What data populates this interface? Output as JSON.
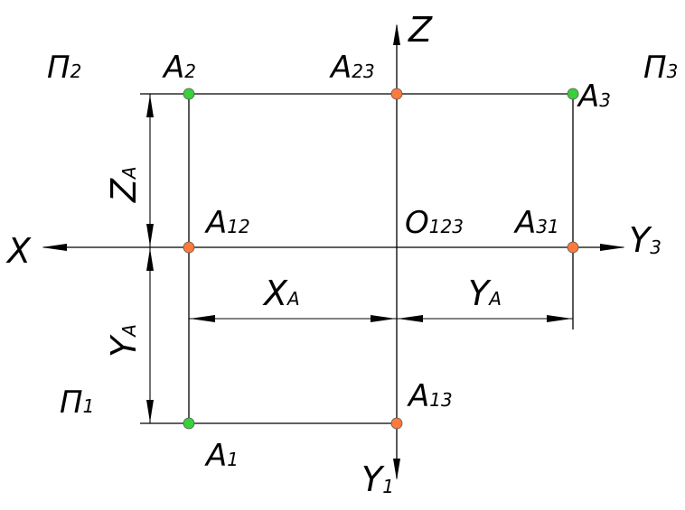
{
  "diagram": {
    "axes": {
      "z": {
        "letter": "Z",
        "sub": ""
      },
      "x": {
        "letter": "X",
        "sub": ""
      },
      "y3": {
        "letter": "Y",
        "sub": "3"
      },
      "y1": {
        "letter": "Y",
        "sub": "1"
      }
    },
    "planes": {
      "p2": {
        "letter": "П",
        "sub": "2"
      },
      "p3": {
        "letter": "П",
        "sub": "3"
      },
      "p1": {
        "letter": "П",
        "sub": "1"
      }
    },
    "points": {
      "a2": {
        "letter": "A",
        "sub": "2"
      },
      "a23": {
        "letter": "A",
        "sub": "23"
      },
      "a3": {
        "letter": "A",
        "sub": "3"
      },
      "a12": {
        "letter": "A",
        "sub": "12"
      },
      "o123": {
        "letter": "O",
        "sub": "123"
      },
      "a31": {
        "letter": "A",
        "sub": "31"
      },
      "a13": {
        "letter": "A",
        "sub": "13"
      },
      "a1": {
        "letter": "A",
        "sub": "1"
      }
    },
    "dimensions": {
      "za": {
        "letter": "Z",
        "sub": "A"
      },
      "xa": {
        "letter": "X",
        "sub": "A"
      },
      "ya_h": {
        "letter": "Y",
        "sub": "A"
      },
      "ya_v": {
        "letter": "Y",
        "sub": "A"
      }
    },
    "colors": {
      "line": "#000000",
      "projection_point": "#38d13a",
      "axis_point": "#ff7a3a"
    }
  }
}
